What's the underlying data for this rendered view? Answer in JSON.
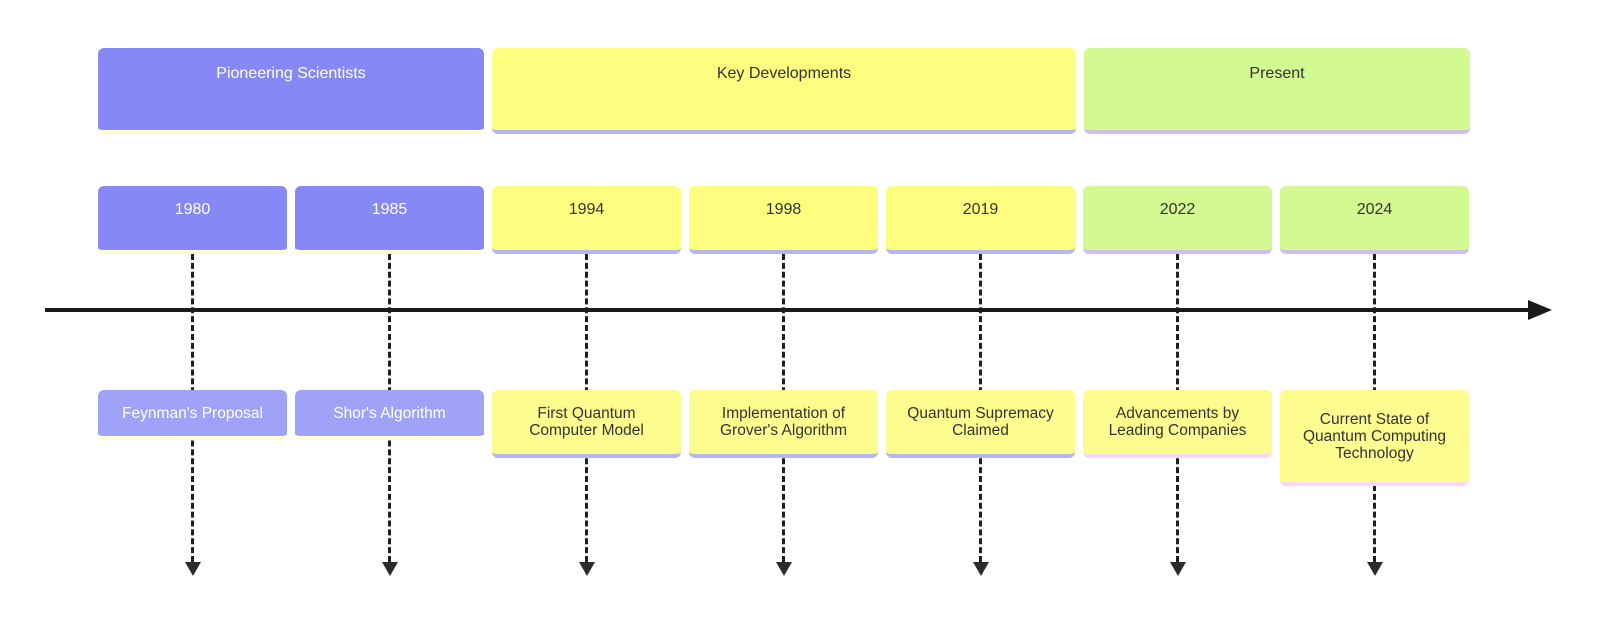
{
  "timeline": {
    "sections": [
      {
        "label": "Pioneering Scientists"
      },
      {
        "label": "Key Developments"
      },
      {
        "label": "Present"
      }
    ],
    "periods": [
      {
        "year": "1980",
        "event": "Feynman's Proposal"
      },
      {
        "year": "1985",
        "event": "Shor's Algorithm"
      },
      {
        "year": "1994",
        "event": "First Quantum Computer Model"
      },
      {
        "year": "1998",
        "event": "Implementation of Grover's Algorithm"
      },
      {
        "year": "2019",
        "event": "Quantum Supremacy Claimed"
      },
      {
        "year": "2022",
        "event": "Advancements by Leading Companies"
      },
      {
        "year": "2024",
        "event": "Current State of Quantum Computing Technology"
      }
    ],
    "colors": {
      "section_purple": "#8688f5",
      "event_purple": "#a0a2f8",
      "section_yellow": "#fdfd80",
      "event_yellow": "#fdfd8f",
      "section_green": "#d3f992",
      "shadow_pale_yellow": "#ffffcf",
      "shadow_periwinkle": "#b4b5f2",
      "shadow_lavender": "#cdc0f1",
      "shadow_pink": "#f9d9ef",
      "axis_black": "#1a1a1a",
      "text_dark": "#333333",
      "text_light": "#ffffff"
    }
  }
}
